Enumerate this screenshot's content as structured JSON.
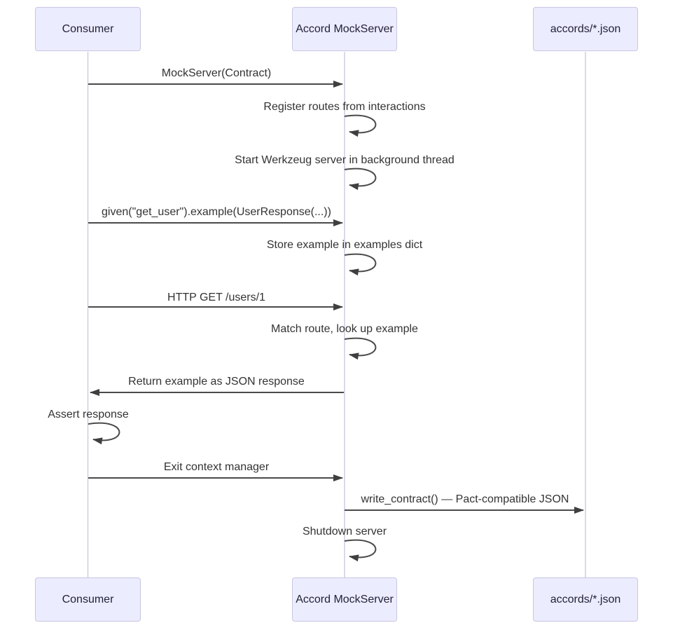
{
  "diagram": {
    "type": "sequence",
    "participants": [
      {
        "name": "Consumer"
      },
      {
        "name": "Accord MockServer"
      },
      {
        "name": "accords/*.json"
      }
    ],
    "messages": [
      {
        "label": "MockServer(Contract)",
        "from": "Consumer",
        "to": "Accord MockServer",
        "kind": "solid-arrow"
      },
      {
        "label": "Register routes from interactions",
        "actor": "Accord MockServer",
        "kind": "self-loop"
      },
      {
        "label": "Start Werkzeug server in background thread",
        "actor": "Accord MockServer",
        "kind": "self-loop"
      },
      {
        "label": "given(\"get_user\").example(UserResponse(...))",
        "from": "Consumer",
        "to": "Accord MockServer",
        "kind": "solid-arrow"
      },
      {
        "label": "Store example in examples dict",
        "actor": "Accord MockServer",
        "kind": "self-loop"
      },
      {
        "label": "HTTP GET /users/1",
        "from": "Consumer",
        "to": "Accord MockServer",
        "kind": "solid-arrow"
      },
      {
        "label": "Match route, look up example",
        "actor": "Accord MockServer",
        "kind": "self-loop"
      },
      {
        "label": "Return example as JSON response",
        "from": "Accord MockServer",
        "to": "Consumer",
        "kind": "solid-arrow"
      },
      {
        "label": "Assert response",
        "actor": "Consumer",
        "kind": "self-loop"
      },
      {
        "label": "Exit context manager",
        "from": "Consumer",
        "to": "Accord MockServer",
        "kind": "solid-arrow"
      },
      {
        "label": "write_contract() — Pact-compatible JSON",
        "from": "Accord MockServer",
        "to": "accords/*.json",
        "kind": "solid-arrow"
      },
      {
        "label": "Shutdown server",
        "actor": "Accord MockServer",
        "kind": "self-loop"
      }
    ],
    "colors": {
      "actor_fill": "#ECECFF",
      "actor_border": "#c6c6e2",
      "lifeline": "#cfcbe3",
      "signal": "#4a4a4a",
      "text": "#333333"
    }
  }
}
